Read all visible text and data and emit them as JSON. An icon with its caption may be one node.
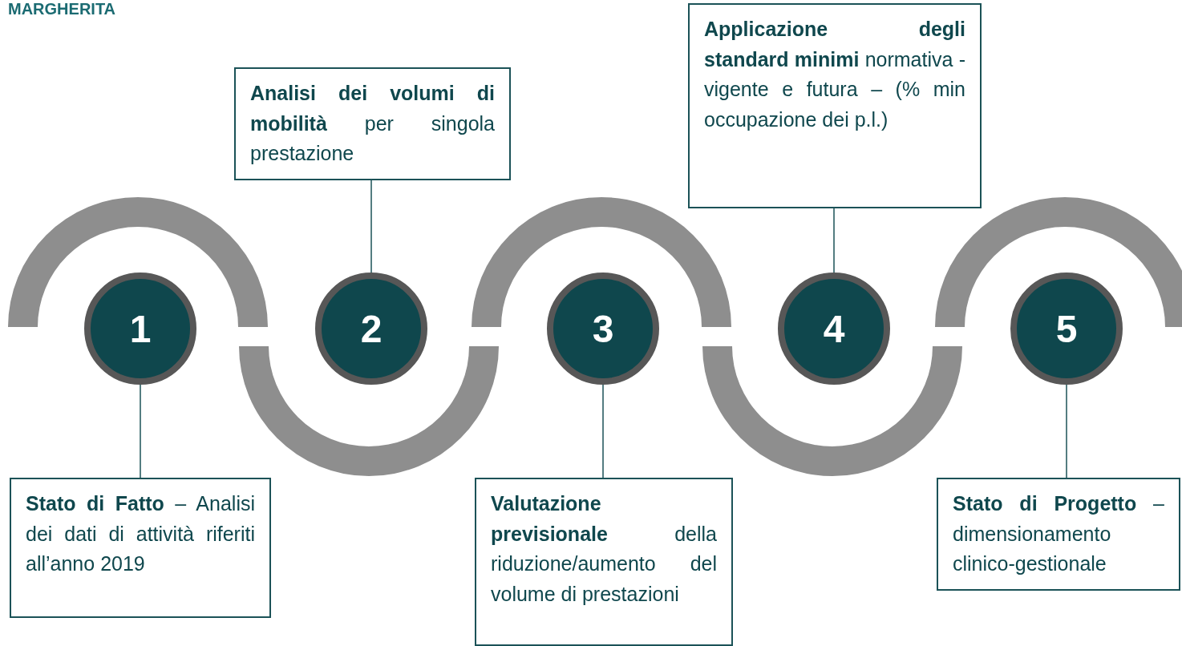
{
  "diagram": {
    "title": "MARGHERITA",
    "nodes": [
      {
        "text": [
          "1"
        ]
      },
      {
        "text": [
          "2"
        ]
      },
      {
        "text": [
          "3"
        ]
      },
      {
        "text": [
          "4"
        ]
      },
      {
        "text": [
          "5"
        ]
      },
      {
        "text": [
          "**Stato di Fatto** – Analisi dei dati di attività riferiti all’anno 2019"
        ]
      },
      {
        "text": [
          "**Analisi dei volumi di mobilità** per singola prestazione"
        ]
      },
      {
        "text": [
          "**Valutazione previsionale** della riduzione/aumento del volume di prestazioni"
        ]
      },
      {
        "text": [
          "**Applicazione degli standard minimi** normativa - vigente e futura – (% min occupazione dei p.l.)"
        ]
      },
      {
        "text": [
          "**Stato di Progetto** – dimensionamento clinico-gestionale"
        ]
      }
    ],
    "edges": [
      {
        "from": 0,
        "to": 5,
        "arrow": "none"
      },
      {
        "from": 1,
        "to": 6,
        "arrow": "none"
      },
      {
        "from": 2,
        "to": 7,
        "arrow": "none"
      },
      {
        "from": 3,
        "to": 8,
        "arrow": "none"
      },
      {
        "from": 4,
        "to": 9,
        "arrow": "none"
      }
    ]
  }
}
